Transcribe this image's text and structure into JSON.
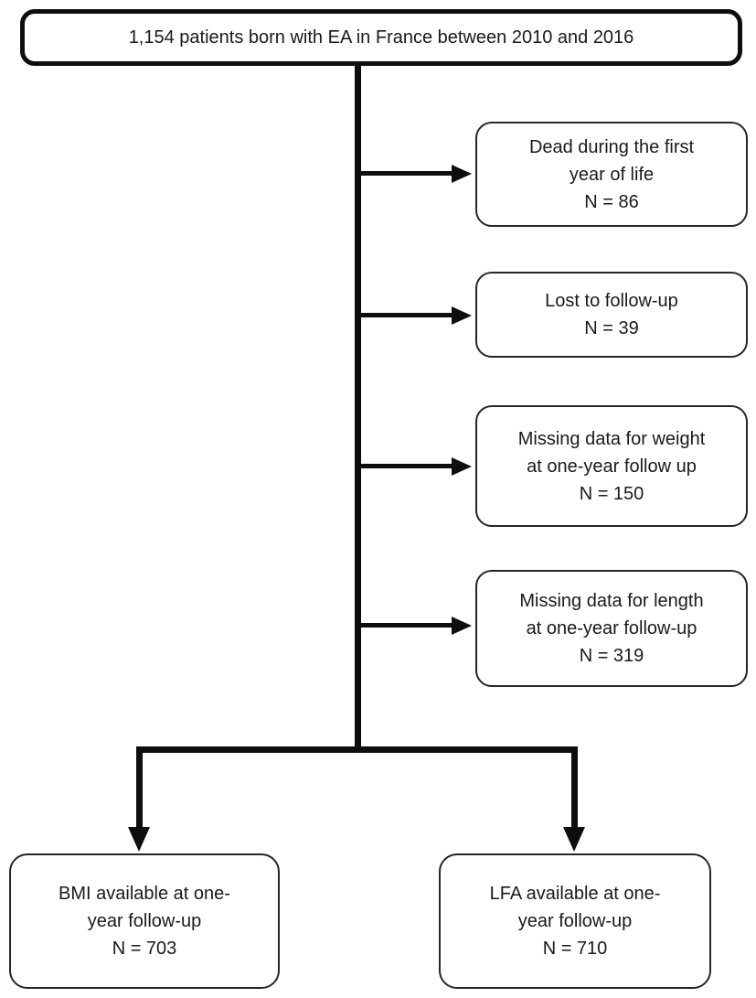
{
  "flowchart": {
    "top_box": {
      "lines": [
        "1,154 patients born with EA in France between 2010 and 2016"
      ]
    },
    "exclusions": [
      {
        "lines": [
          "Dead during the first",
          "year of life",
          "N = 86"
        ]
      },
      {
        "lines": [
          "Lost to follow-up",
          "N = 39"
        ]
      },
      {
        "lines": [
          "Missing data for weight",
          "at one-year follow up",
          "N = 150"
        ]
      },
      {
        "lines": [
          "Missing data for length",
          "at one-year follow-up",
          "N = 319"
        ]
      }
    ],
    "outcomes": [
      {
        "lines": [
          "BMI available at one-",
          "year follow-up",
          "N = 703"
        ]
      },
      {
        "lines": [
          "LFA available at one-",
          "year follow-up",
          "N = 710"
        ]
      }
    ],
    "colors": {
      "line": "#0e0e0e",
      "border": "#262626",
      "text": "#1a1a1a",
      "background": "#ffffff"
    }
  }
}
